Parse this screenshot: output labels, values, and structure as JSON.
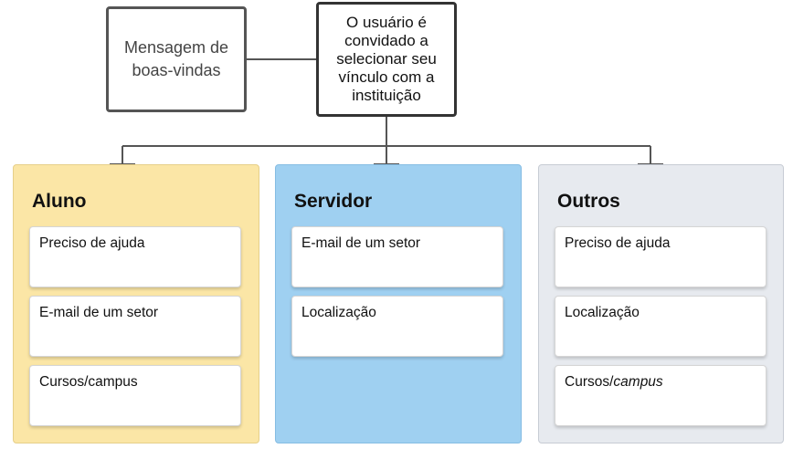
{
  "welcome_node": {
    "lines": [
      "Mensagem de",
      "boas-vindas"
    ]
  },
  "invite_node": {
    "lines": [
      "O usuário é",
      "convidado a",
      "selecionar seu",
      "vínculo com a",
      "instituição"
    ]
  },
  "columns": [
    {
      "title": "Aluno",
      "color": "#fbe6a6",
      "cards": [
        {
          "text": "Preciso de ajuda"
        },
        {
          "text": "E-mail de um setor"
        },
        {
          "text": "Cursos/campus"
        }
      ]
    },
    {
      "title": "Servidor",
      "color": "#9fd0f1",
      "cards": [
        {
          "text": "E-mail de um setor"
        },
        {
          "text": "Localização"
        }
      ]
    },
    {
      "title": "Outros",
      "color": "#e7eaef",
      "cards": [
        {
          "text": "Preciso de ajuda"
        },
        {
          "text": "Localização"
        },
        {
          "prefix": "Cursos/",
          "italic": "campus"
        }
      ]
    }
  ]
}
